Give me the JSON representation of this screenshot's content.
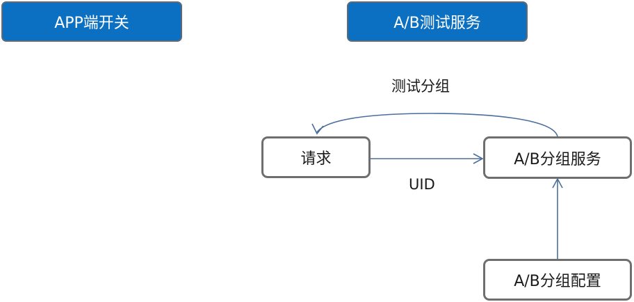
{
  "headers": {
    "app_switch": "APP端开关",
    "ab_service": "A/B测试服务"
  },
  "nodes": {
    "request": "请求",
    "group_service": "A/B分组服务",
    "group_config": "A/B分组配置"
  },
  "edge_labels": {
    "test_group": "测试分组",
    "uid": "UID"
  },
  "colors": {
    "header_fill": "#0b6fc2",
    "node_border": "#6e6e6e",
    "arrow": "#4a6e9c"
  }
}
